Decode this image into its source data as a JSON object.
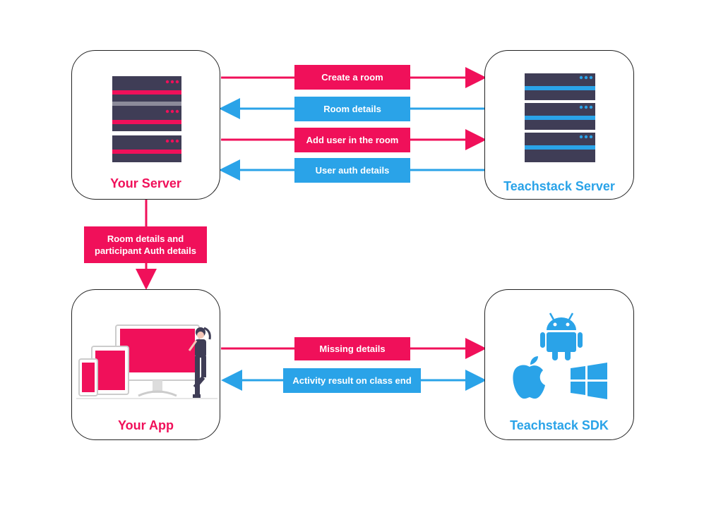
{
  "nodes": {
    "your_server": "Your Server",
    "teachstack_server": "Teachstack Server",
    "your_app": "Your App",
    "teachstack_sdk": "Teachstack SDK"
  },
  "edges": {
    "create_room": "Create a room",
    "room_details": "Room details",
    "add_user": "Add user in the room",
    "user_auth": "User auth details",
    "room_participant_line1": "Room details and",
    "room_participant_line2": "participant Auth details",
    "missing_details": "Missing details",
    "activity_result": "Activity result on class end"
  },
  "colors": {
    "accent_pink": "#f0105a",
    "accent_blue": "#2aa3e8",
    "server_body": "#3f3d56"
  }
}
